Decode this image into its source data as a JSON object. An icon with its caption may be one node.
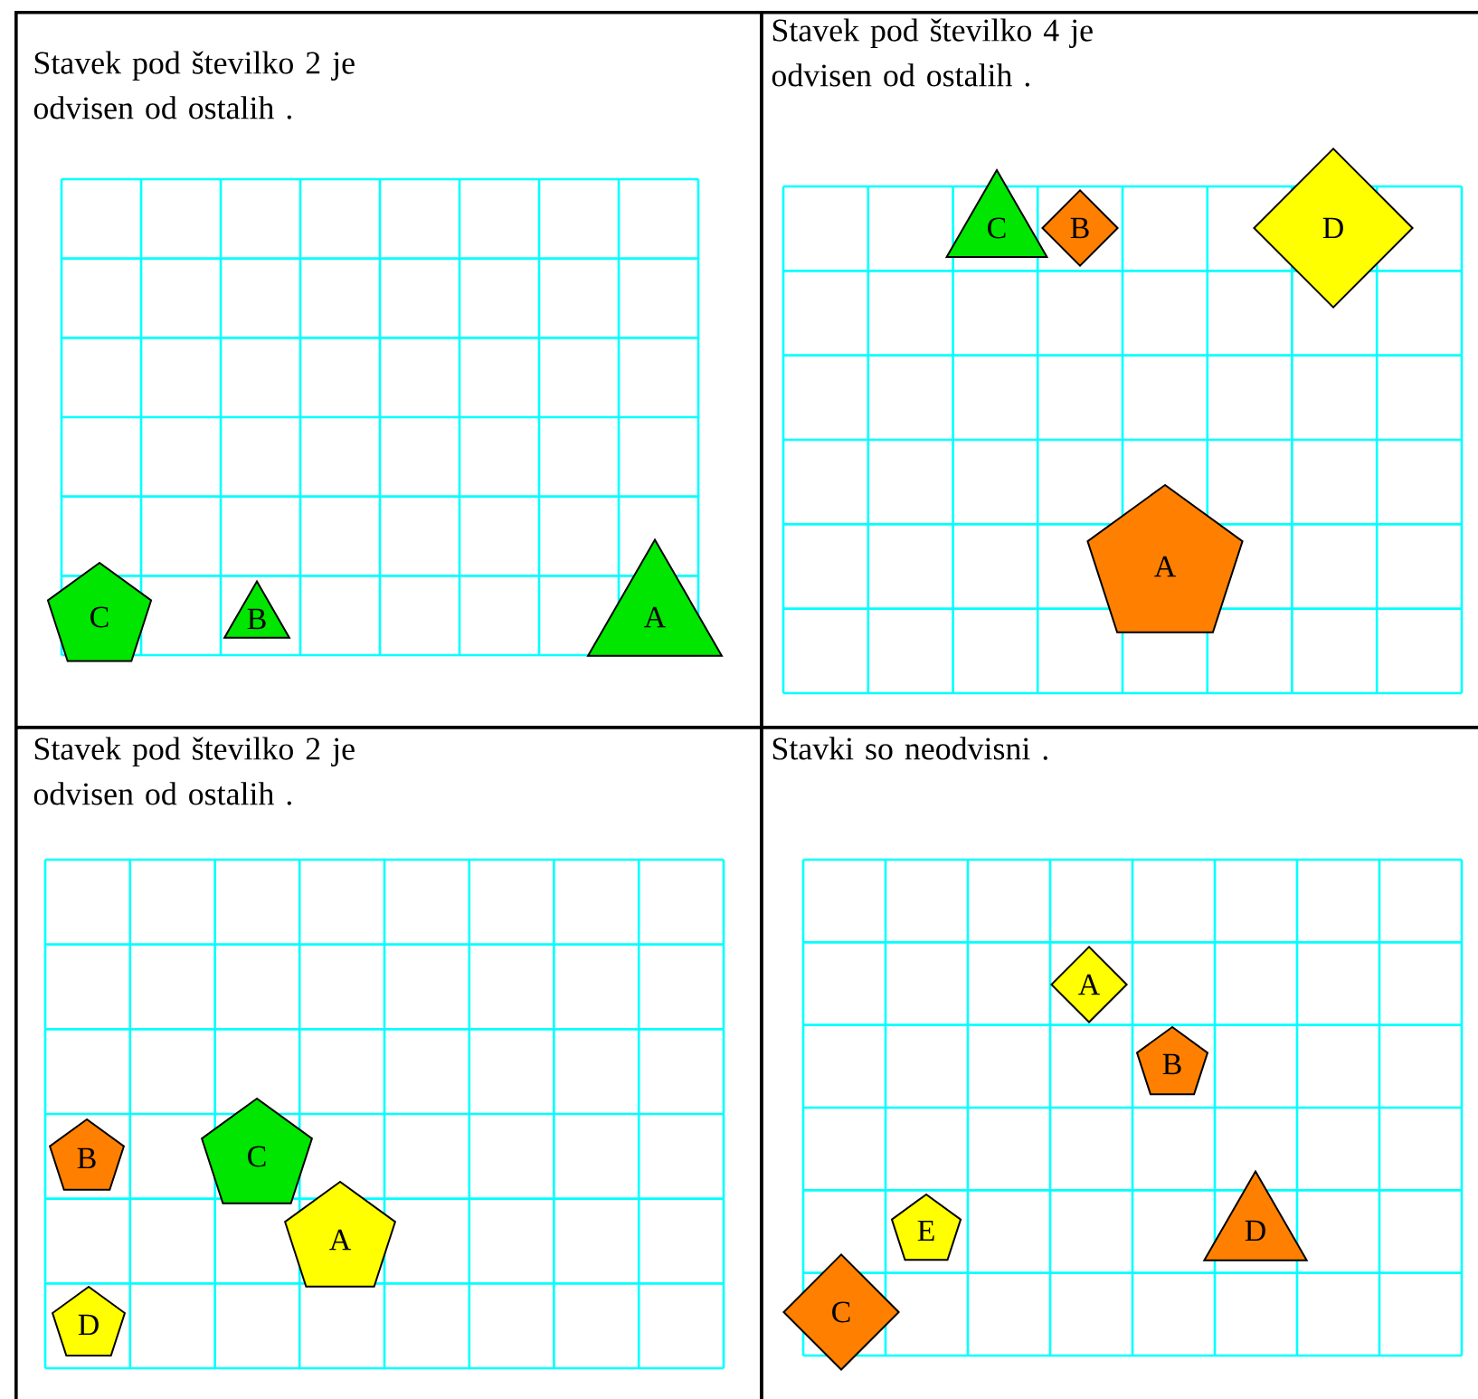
{
  "diagram": {
    "nodes": [
      {
        "text": [
          "Stavek pod številko 2 je odvisen od ostalih ."
        ]
      },
      {
        "text": [
          "C"
        ],
        "in": 0
      },
      {
        "text": [
          "B"
        ],
        "in": 0
      },
      {
        "text": [
          "A"
        ],
        "in": 0
      },
      {
        "text": [
          "Stavek pod številko 4 je odvisen od ostalih ."
        ]
      },
      {
        "text": [
          "C"
        ],
        "in": 4
      },
      {
        "text": [
          "B"
        ],
        "in": 4
      },
      {
        "text": [
          "D"
        ],
        "in": 4
      },
      {
        "text": [
          "A"
        ],
        "in": 4
      },
      {
        "text": [
          "Stavek pod številko 2 je odvisen od ostalih ."
        ]
      },
      {
        "text": [
          "B"
        ],
        "in": 9
      },
      {
        "text": [
          "C"
        ],
        "in": 9
      },
      {
        "text": [
          "A"
        ],
        "in": 9
      },
      {
        "text": [
          "D"
        ],
        "in": 9
      },
      {
        "text": [
          "Stavki so neodvisni ."
        ]
      },
      {
        "text": [
          "A"
        ],
        "in": 14
      },
      {
        "text": [
          "B"
        ],
        "in": 14
      },
      {
        "text": [
          "E"
        ],
        "in": 14
      },
      {
        "text": [
          "D"
        ],
        "in": 14
      },
      {
        "text": [
          "C"
        ],
        "in": 14
      }
    ]
  }
}
